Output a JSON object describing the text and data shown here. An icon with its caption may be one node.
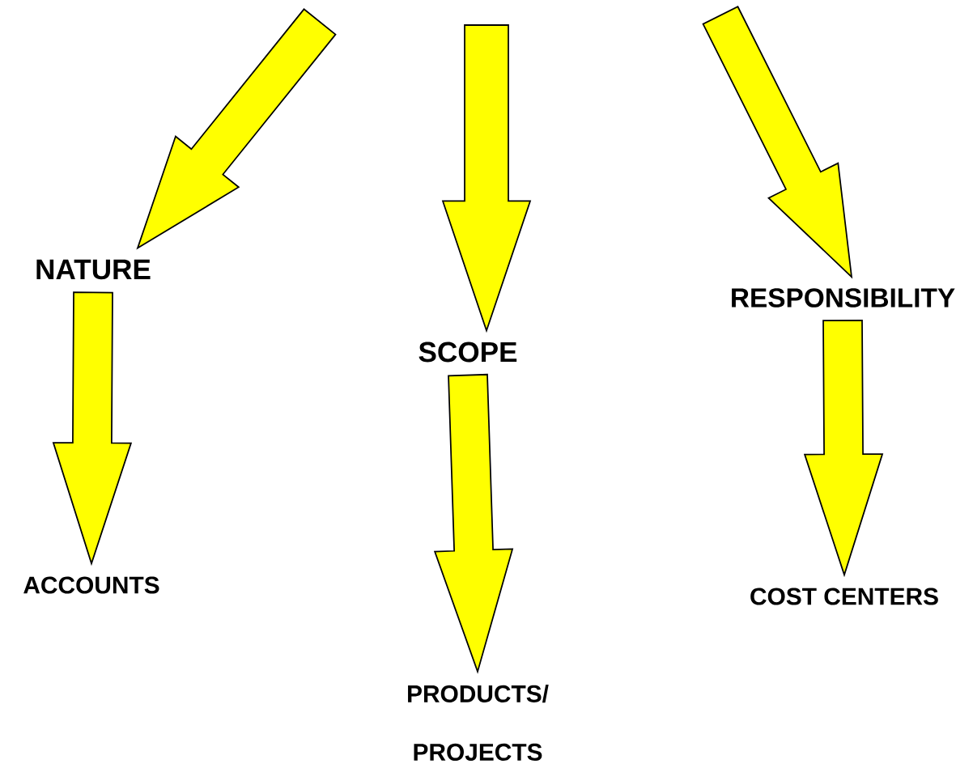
{
  "diagram": {
    "nodes": [
      {
        "text": [
          "NATURE"
        ]
      },
      {
        "text": [
          "SCOPE"
        ]
      },
      {
        "text": [
          "RESPONSIBILITY"
        ]
      },
      {
        "text": [
          "ACCOUNTS"
        ]
      },
      {
        "text": [
          "PRODUCTS/ PROJECTS"
        ]
      },
      {
        "text": [
          "COST CENTERS"
        ]
      }
    ],
    "edges": [
      {
        "from": null,
        "to": 0,
        "arrow": "to"
      },
      {
        "from": null,
        "to": 1,
        "arrow": "to"
      },
      {
        "from": null,
        "to": 2,
        "arrow": "to"
      },
      {
        "from": 0,
        "to": 3,
        "arrow": "to"
      },
      {
        "from": 1,
        "to": 4,
        "arrow": "to"
      },
      {
        "from": 2,
        "to": 5,
        "arrow": "to"
      }
    ]
  }
}
